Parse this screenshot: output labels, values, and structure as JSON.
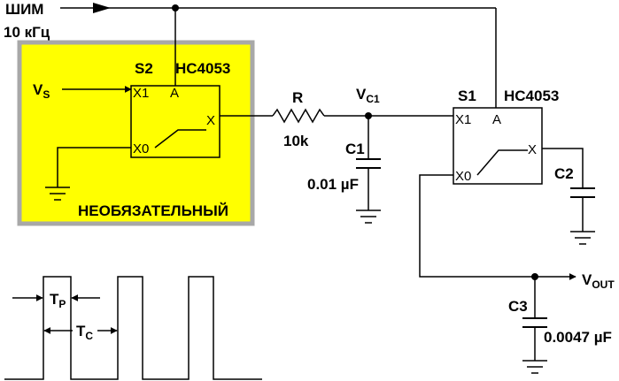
{
  "pwm": {
    "line1": "ШИМ",
    "line2": "10 кГц"
  },
  "optional_block": {
    "label": "НЕОБЯЗАТЕЛЬНЫЙ",
    "fill_color": "#ffff00",
    "border_color": "#a8a8a8"
  },
  "s2": {
    "name": "S2",
    "part": "HC4053",
    "pin_x1": "X1",
    "pin_x0": "X0",
    "pin_a": "A",
    "pin_x": "X"
  },
  "s1": {
    "name": "S1",
    "part": "HC4053",
    "pin_x1": "X1",
    "pin_x0": "X0",
    "pin_a": "A",
    "pin_x": "X"
  },
  "vs": {
    "main": "V",
    "sub": "S"
  },
  "resistor": {
    "name": "R",
    "value": "10k"
  },
  "vc1": {
    "main": "V",
    "sub": "C1"
  },
  "c1": {
    "name": "C1",
    "value": "0.01 µF"
  },
  "c2": {
    "name": "C2"
  },
  "c3": {
    "name": "C3",
    "value": "0.0047 µF"
  },
  "vout": {
    "main": "V",
    "sub": "OUT"
  },
  "timing": {
    "tp": {
      "main": "T",
      "sub": "P"
    },
    "tc": {
      "main": "T",
      "sub": "C"
    }
  }
}
